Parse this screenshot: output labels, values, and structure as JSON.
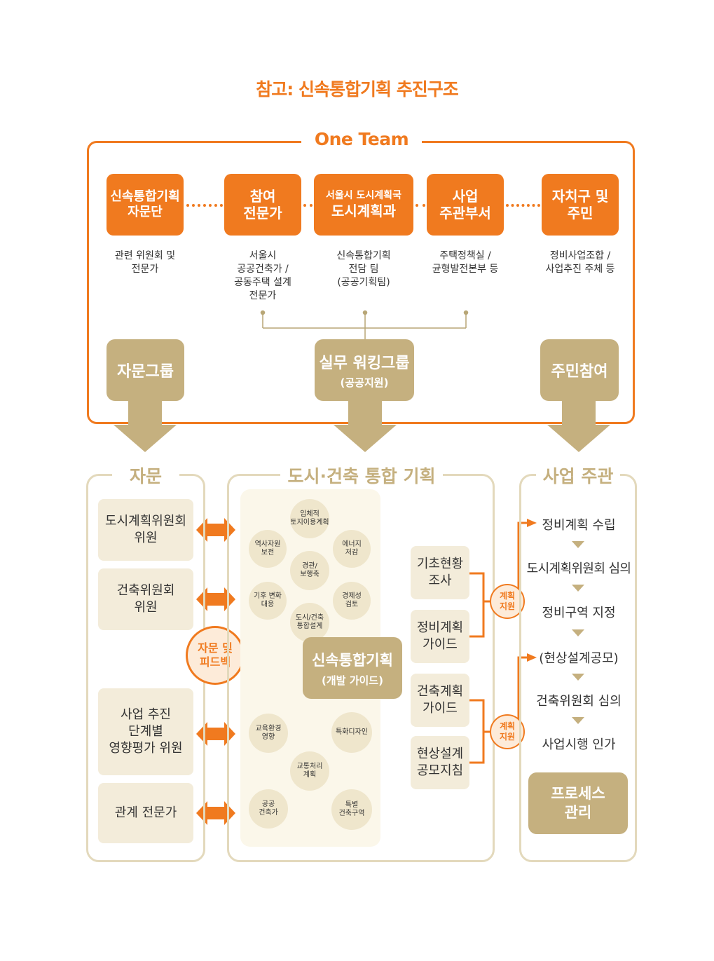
{
  "title": "참고: 신속통합기획 추진구조",
  "one_team": {
    "label": "One Team",
    "actors": [
      {
        "name": "신속통합기획\n자문단",
        "desc": "관련 위원회 및\n전문가"
      },
      {
        "name": "참여\n전문가",
        "desc": "서울시\n공공건축가 /\n공동주택 설계\n전문가"
      },
      {
        "name_line1": "서울시 도시계획국",
        "name_line2": "도시계획과",
        "desc": "신속통합기획\n전담 팀\n(공공기획팀)"
      },
      {
        "name": "사업\n주관부서",
        "desc": "주택정책실 /\n균형발전본부 등"
      },
      {
        "name": "자치구 및\n주민",
        "desc": "정비사업조합 /\n사업추진 주체 등"
      }
    ],
    "groups": [
      {
        "label": "자문그룹"
      },
      {
        "label": "실무 워킹그룹",
        "sub": "(공공지원)"
      },
      {
        "label": "주민참여"
      }
    ]
  },
  "advisory": {
    "label": "자문",
    "items": [
      "도시계획위원회\n위원",
      "건축위원회\n위원",
      "사업 추진\n단계별\n영향평가 위원",
      "관계 전문가"
    ],
    "feedback": "자문 및\n피드백"
  },
  "planning": {
    "label": "도시·건축 통합 기획",
    "topics": [
      "입체적\n토지이용계획",
      "역사자원\n보전",
      "에너지\n저감",
      "경관/\n보행축",
      "기후 변화\n대응",
      "경제성\n검토",
      "도시/건축\n통합설계",
      "교육환경\n영향",
      "특화디자인",
      "교통처리\n계획",
      "공공\n건축가",
      "특별\n건축구역"
    ],
    "core": {
      "title": "신속통합기획",
      "sub": "(개발 가이드)"
    },
    "guides": [
      "기초현황\n조사",
      "정비계획\n가이드",
      "건축계획\n가이드",
      "현상설계\n공모지침"
    ],
    "support_label": "계획\n지원"
  },
  "project": {
    "label": "사업 주관",
    "steps": [
      "정비계획 수립",
      "도시계획위원회 심의",
      "정비구역 지정",
      "(현상설계공모)",
      "건축위원회 심의",
      "사업시행 인가"
    ],
    "process": "프로세스\n관리"
  },
  "colors": {
    "orange": "#f07a1f",
    "gold": "#c5b07f",
    "beige": "#f3ecda",
    "frame": "#e3d9bc"
  }
}
